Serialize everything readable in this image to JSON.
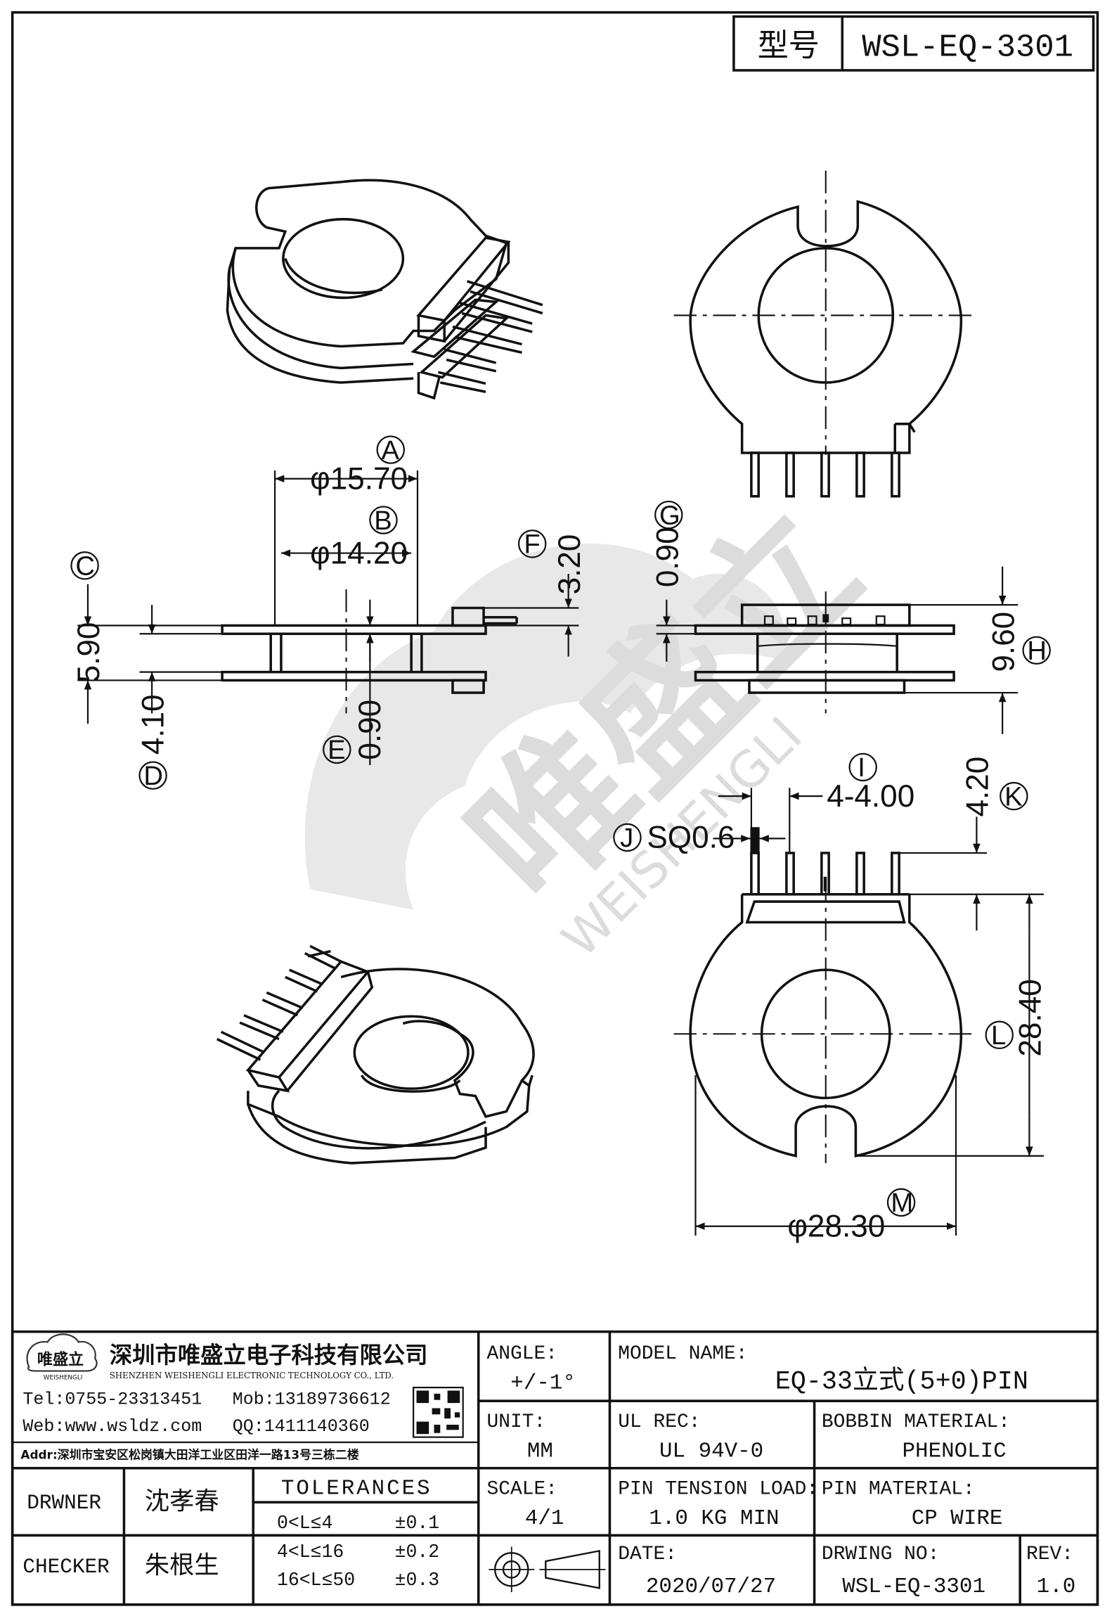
{
  "title_block_top": {
    "label": "型号",
    "model": "WSL-EQ-3301"
  },
  "dimensions": {
    "a": {
      "tag": "A",
      "value": "φ15.70"
    },
    "b": {
      "tag": "B",
      "value": "φ14.20"
    },
    "c": {
      "tag": "C",
      "value": "5.90"
    },
    "d": {
      "tag": "D",
      "value": "4.10"
    },
    "e": {
      "tag": "E",
      "value": "0.90"
    },
    "f": {
      "tag": "F",
      "value": "3.20"
    },
    "g": {
      "tag": "G",
      "value": "0.90"
    },
    "h": {
      "tag": "H",
      "value": "9.60"
    },
    "i": {
      "tag": "I",
      "value": "4-4.00"
    },
    "j": {
      "tag": "J",
      "value": "SQ0.6"
    },
    "k": {
      "tag": "K",
      "value": "4.20"
    },
    "l": {
      "tag": "L",
      "value": "28.40"
    },
    "m": {
      "tag": "M",
      "value": "φ28.30"
    }
  },
  "watermark": {
    "brand": "唯盛立",
    "latin": "WEISHENGLI"
  },
  "company": {
    "logo_text": "唯盛立",
    "logo_sub": "WEISHENGLI",
    "name_cn": "深圳市唯盛立电子科技有限公司",
    "name_en": "SHENZHEN WEISHENGLI ELECTRONIC TECHNOLOGY CO., LTD.",
    "tel": "Tel:0755-23313451",
    "mob": "Mob:13189736612",
    "web": "Web:www.wsldz.com",
    "qq": "QQ:1411140360",
    "addr": "Addr:深圳市宝安区松岗镇大田洋工业区田洋一路13号三栋二楼"
  },
  "fields": {
    "angle_label": "ANGLE:",
    "angle_value": "+/-1°",
    "model_name_label": "MODEL NAME:",
    "model_name_value": "EQ-33立式(5+0)PIN",
    "unit_label": "UNIT:",
    "unit_value": "MM",
    "ul_label": "UL REC:",
    "ul_value": "UL 94V-0",
    "bobbin_label": "BOBBIN MATERIAL:",
    "bobbin_value": "PHENOLIC",
    "scale_label": "SCALE:",
    "scale_value": "4/1",
    "tension_label": "PIN TENSION LOAD:",
    "tension_value": "1.0 KG MIN",
    "pin_label": "PIN MATERIAL:",
    "pin_value": "CP WIRE",
    "date_label": "DATE:",
    "date_value": "2020/07/27",
    "dwg_label": "DRWING NO:",
    "dwg_value": "WSL-EQ-3301",
    "rev_label": "REV:",
    "rev_value": "1.0",
    "drawer_label": "DRWNER",
    "drawer_value": "沈孝春",
    "checker_label": "CHECKER",
    "checker_value": "朱根生",
    "tol_title": "TOLERANCES",
    "tolerances": [
      {
        "range": "0<L≤4",
        "value": "±0.1"
      },
      {
        "range": "4<L≤16",
        "value": "±0.2"
      },
      {
        "range": "16<L≤50",
        "value": "±0.3"
      }
    ]
  }
}
